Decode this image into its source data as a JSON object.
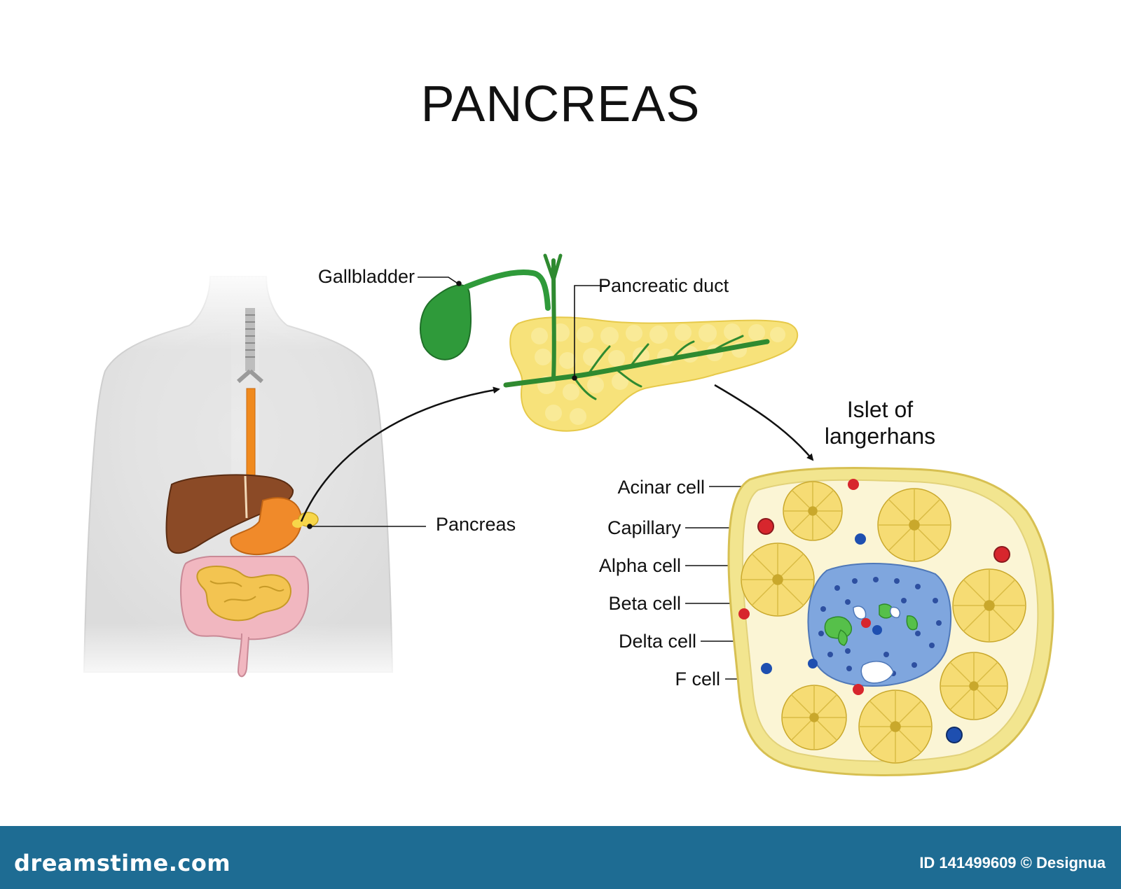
{
  "title": "PANCREAS",
  "labels": {
    "gallbladder": "Gallbladder",
    "pancreatic_duct": "Pancreatic duct",
    "pancreas": "Pancreas",
    "islet_line1": "Islet of",
    "islet_line2": "langerhans",
    "acinar_cell": "Acinar cell",
    "capillary": "Capillary",
    "alpha_cell": "Alpha cell",
    "beta_cell": "Beta cell",
    "delta_cell": "Delta cell",
    "f_cell": "F cell"
  },
  "footer": {
    "brand": "dreamstime.com",
    "id_text": "ID 141499609 © Designua"
  },
  "colors": {
    "pancreas_yellow": "#f7e27a",
    "gallbladder_green": "#2f9a3a",
    "capillary_red": "#d7262d",
    "cell_blue": "#7fa6de",
    "footer_blue": "#1e6c93"
  }
}
